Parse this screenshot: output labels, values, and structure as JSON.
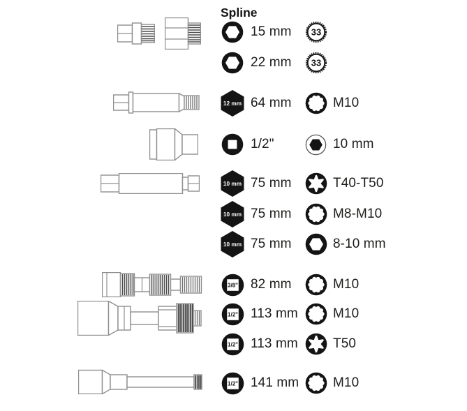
{
  "page": {
    "title": "Spline"
  },
  "colors": {
    "ink": "#1d1d1b",
    "icon_black": "#141414",
    "tool_outline": "#8f8f8f",
    "tool_stripe": "#4d4d4d"
  },
  "rows": [
    {
      "size_icon": "hex-ring-icon",
      "size": "15 mm",
      "drive_icon": "knurl-badge-icon",
      "drive": "33"
    },
    {
      "size_icon": "hex-ring-icon",
      "size": "22 mm",
      "drive_icon": "knurl-badge-icon",
      "drive": "33"
    },
    {
      "size_icon": "hex-bit-icon",
      "size_icon_label": "12 mm",
      "size": "64 mm",
      "drive_icon": "spline-drive-icon",
      "drive": "M10"
    },
    {
      "size_icon": "square-ring-icon",
      "size": "1/2\"",
      "drive_icon": "hex-solid-icon",
      "drive": "10 mm"
    },
    {
      "size_icon": "hex-bit-icon",
      "size_icon_label": "10 mm",
      "size": "75 mm",
      "drive_icon": "torx-icon",
      "drive": "T40-T50"
    },
    {
      "size_icon": "hex-bit-icon",
      "size_icon_label": "10 mm",
      "size": "75 mm",
      "drive_icon": "spline-drive-icon",
      "drive": "M8-M10"
    },
    {
      "size_icon": "hex-bit-icon",
      "size_icon_label": "10 mm",
      "size": "75 mm",
      "drive_icon": "hex-ring-icon",
      "drive": "8-10 mm"
    },
    {
      "size_icon": "square-drive-icon",
      "size_icon_label": "3/8\"",
      "size": "82 mm",
      "drive_icon": "spline-drive-icon",
      "drive": "M10"
    },
    {
      "size_icon": "square-drive-icon",
      "size_icon_label": "1/2\"",
      "size": "113 mm",
      "drive_icon": "spline-drive-icon",
      "drive": "M10"
    },
    {
      "size_icon": "square-drive-icon",
      "size_icon_label": "1/2\"",
      "size": "113 mm",
      "drive_icon": "torx-icon",
      "drive": "T50"
    },
    {
      "size_icon": "square-drive-icon",
      "size_icon_label": "1/2\"",
      "size": "141 mm",
      "drive_icon": "spline-drive-icon",
      "drive": "M10"
    }
  ],
  "tool_illustrations": [
    "spline-socket-short-small",
    "spline-socket-short-large",
    "spline-bit-long",
    "socket-adapter",
    "double-hex-bit-long",
    "spline-bit-socket-82",
    "spline-bit-socket-113",
    "spline-bit-socket-141"
  ]
}
